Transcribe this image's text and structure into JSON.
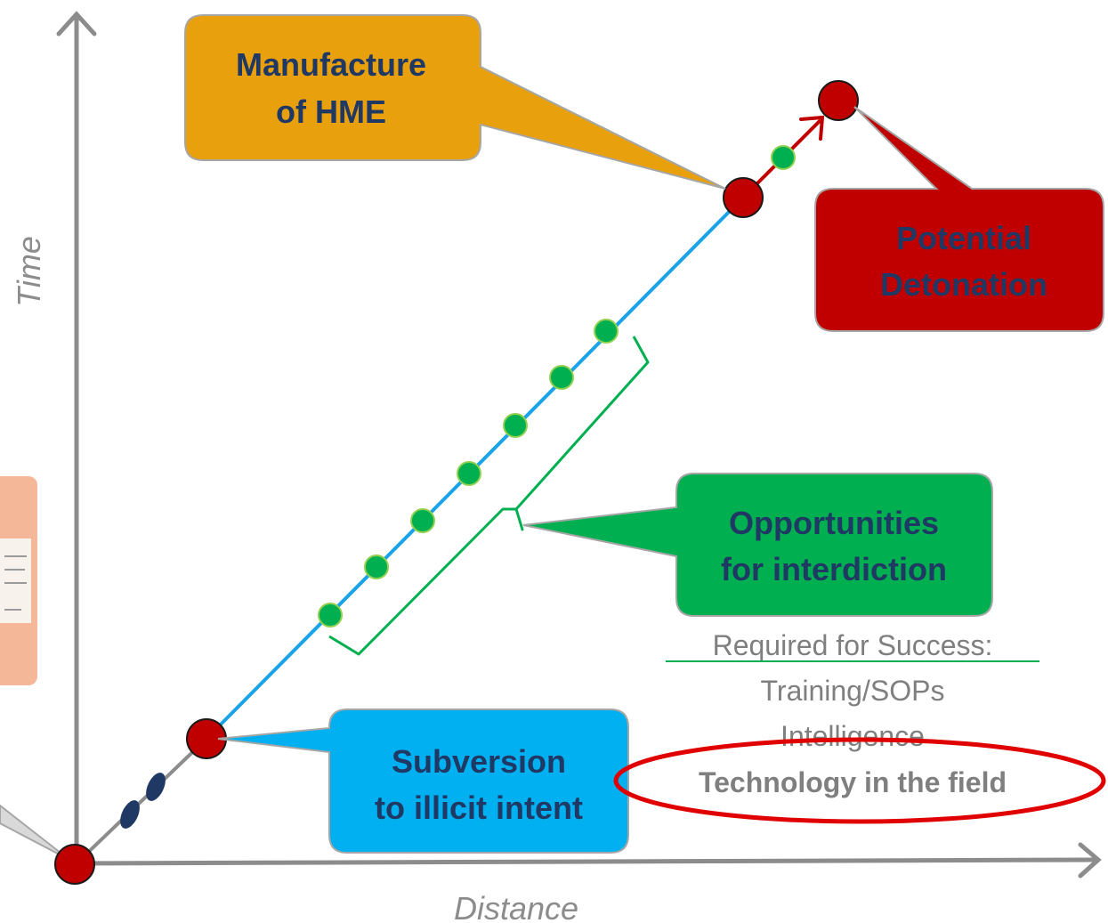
{
  "axes": {
    "x_label": "Distance",
    "y_label": "Time"
  },
  "callouts": {
    "manufacture": {
      "line1": "Manufacture",
      "line2": "of HME",
      "color": "#e8a00d"
    },
    "detonation": {
      "line1": "Potential",
      "line2": "Detonation",
      "color": "#c00000"
    },
    "interdiction": {
      "line1": "Opportunities",
      "line2": "for interdiction",
      "color": "#00b050"
    },
    "subversion": {
      "line1": "Subversion",
      "line2": "to illicit intent",
      "color": "#00b0f0"
    }
  },
  "requirements": {
    "heading": "Required for Success:",
    "items": [
      "Training/SOPs",
      "Intelligence",
      "Technology in the field"
    ]
  },
  "colors": {
    "axis": "#8c8c8c",
    "path_line": "#1aa3e8",
    "event_node": "#c00000",
    "opportunity_dot": "#00b050",
    "early_dot": "#1f3864",
    "highlight_ring": "#e00000"
  }
}
